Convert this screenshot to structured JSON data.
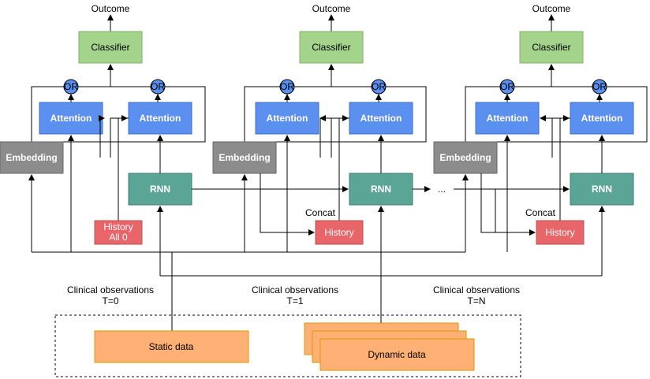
{
  "colors": {
    "classifier": "#a4d38c",
    "attention": "#5b8ff0",
    "or_circle": "#5b8ff0",
    "embedding": "#8c8c8c",
    "rnn": "#5aa595",
    "history": "#e8666a",
    "data": "#ffb074",
    "line": "#000000"
  },
  "labels": {
    "outcome": "Outcome",
    "classifier": "Classifier",
    "or": "OR",
    "attention": "Attention",
    "embedding": "Embedding",
    "rnn": "RNN",
    "history": "History",
    "history_all0_line1": "History",
    "history_all0_line2": "All 0",
    "concat": "Concat",
    "ellipsis": "...",
    "static_data": "Static data",
    "dynamic_data": "Dynamic data"
  },
  "steps": [
    {
      "clinical_line1": "Clinical observations",
      "clinical_line2": "T=0"
    },
    {
      "clinical_line1": "Clinical observations",
      "clinical_line2": "T=1"
    },
    {
      "clinical_line1": "Clinical observations",
      "clinical_line2": "T=N"
    }
  ]
}
